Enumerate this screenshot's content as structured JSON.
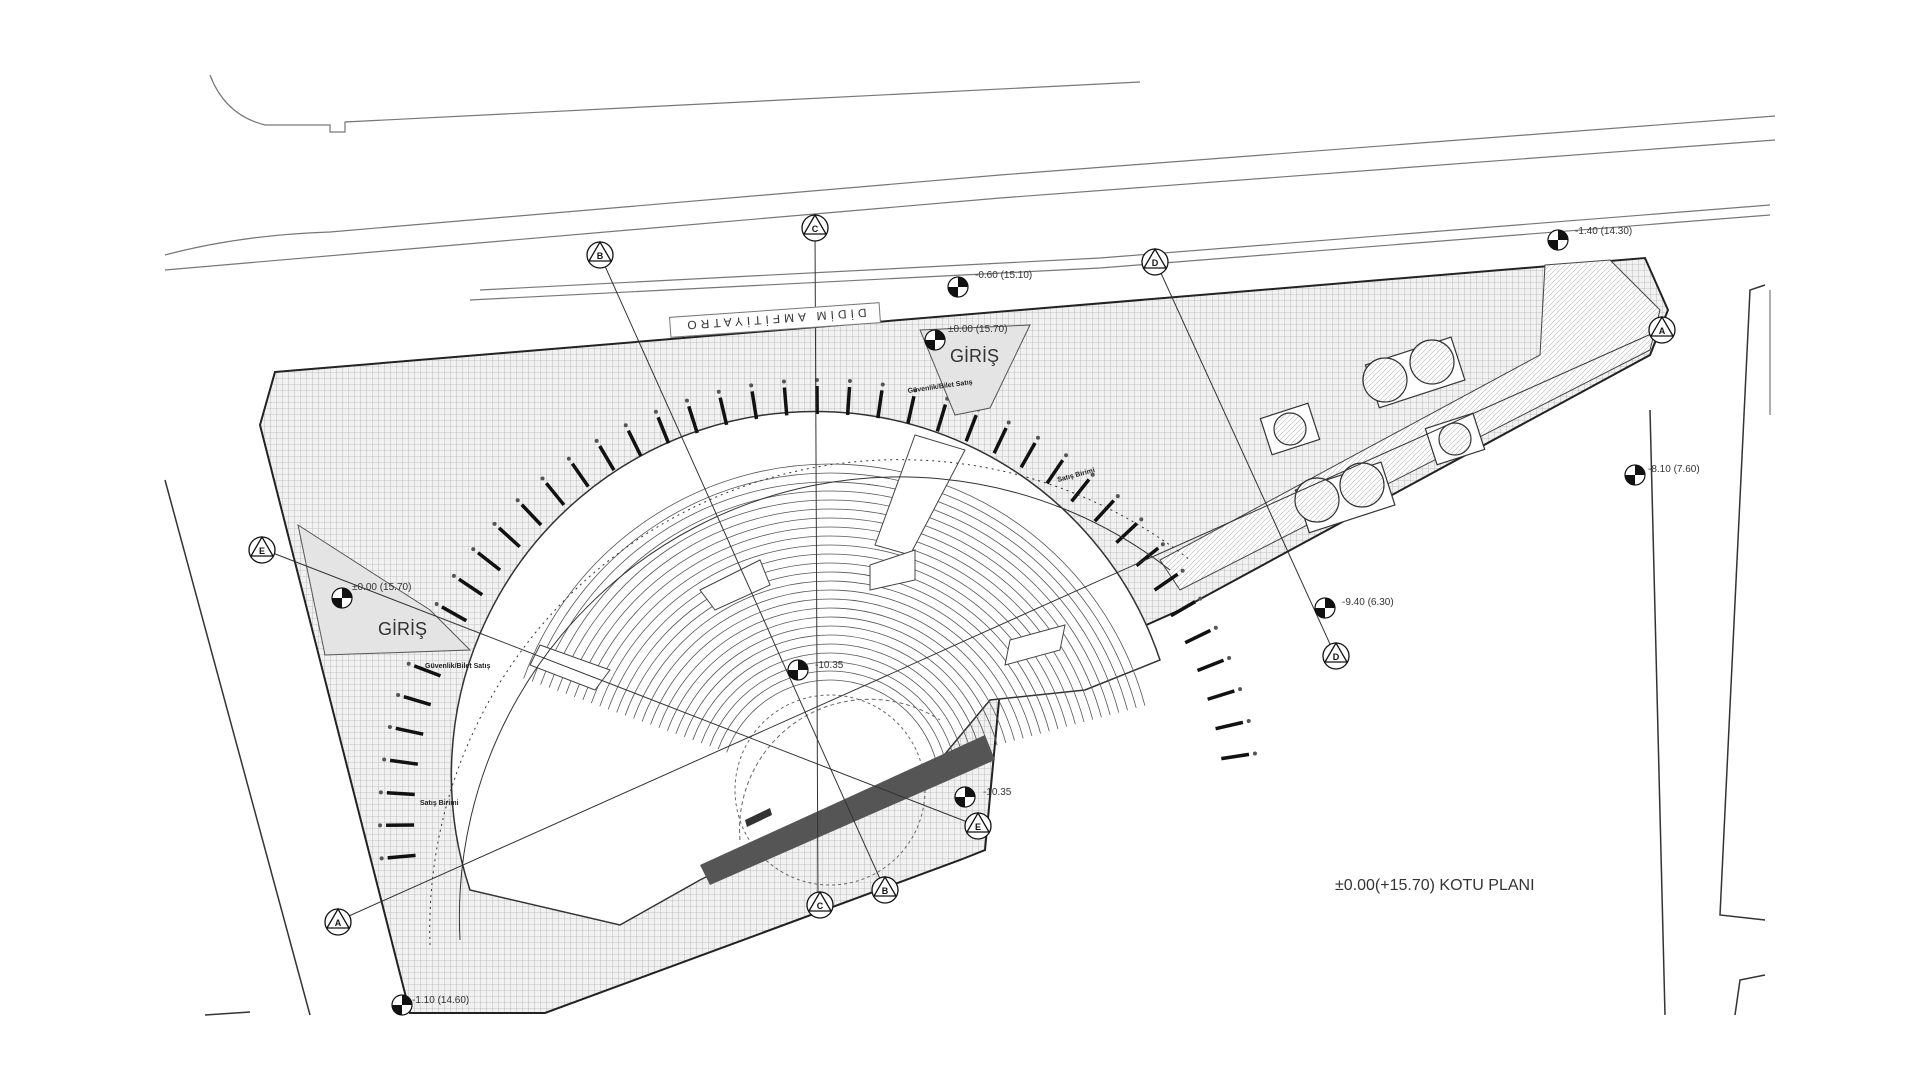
{
  "plan_title": "±0.00(+15.70) KOTU PLANI",
  "venue_name": "DİDİM AMFİTİYATRO",
  "entrances": [
    {
      "id": "north",
      "label": "GİRİŞ",
      "level": "±0.00 (15.70)"
    },
    {
      "id": "west",
      "label": "GİRİŞ",
      "level": "±0.00 (15.70)"
    }
  ],
  "levels": {
    "road_mid": "-0.60 (15.10)",
    "road_east": "-1.40 (14.30)",
    "east_low": "-8.10 (7.60)",
    "south_east": "-9.40 (6.30)",
    "orchestra": "-10.35",
    "stage": "-10.35",
    "south_west": "-1.10 (14.60)"
  },
  "rooms": {
    "security_north": "Güvenlik/Bilet Satış",
    "security_west": "Güvenlik/Bilet Satış",
    "sales_east": "Satış Birimi",
    "sales_west": "Satış Birimi"
  },
  "section_markers": {
    "b_top": "B",
    "c_top": "C",
    "d_top": "D",
    "a_right": "A",
    "e_left": "E",
    "a_left": "A",
    "e_bottom": "E",
    "d_right": "D",
    "c_bottom": "C",
    "b_bottom": "B"
  },
  "colors": {
    "line": "#333333",
    "hatch": "#8a8a8a",
    "stage": "#555555",
    "paving": "#c9c9c9"
  }
}
